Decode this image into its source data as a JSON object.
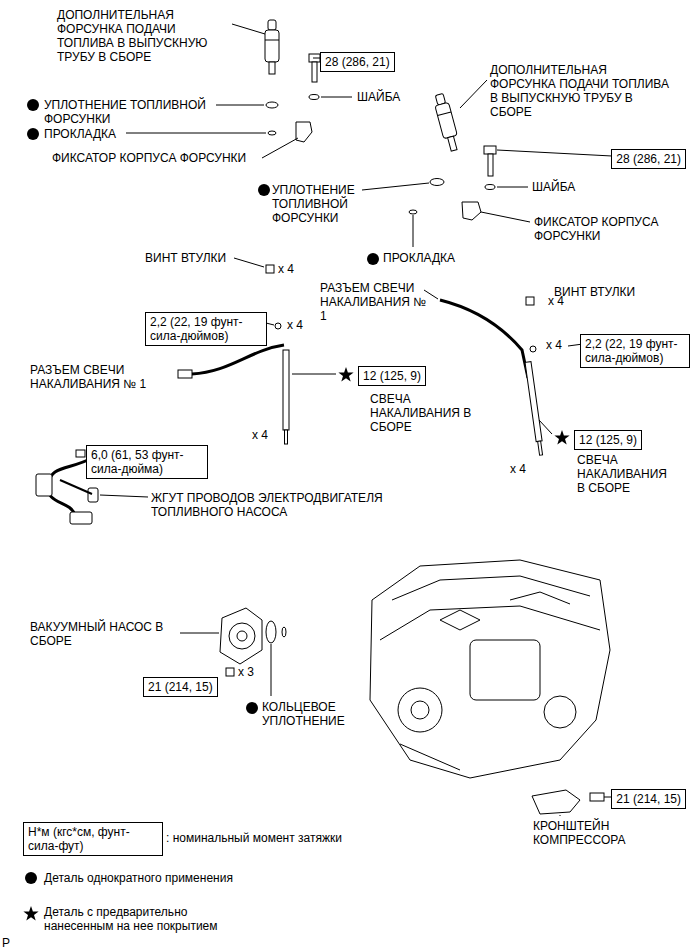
{
  "diagram": {
    "nodes": [
      {
        "text": [
          "28 (286, 21)"
        ]
      },
      {
        "text": [
          "28 (286, 21)"
        ]
      },
      {
        "text": [
          "2,2 (22, 19 фунт- сила-дюймов)"
        ]
      },
      {
        "text": [
          "12 (125, 9)"
        ]
      },
      {
        "text": [
          "2,2 (22, 19 фунт- сила-дюймов)"
        ]
      },
      {
        "text": [
          "12 (125, 9)"
        ]
      },
      {
        "text": [
          "6,0 (61, 53 фунт- сила-дюйма)"
        ]
      },
      {
        "text": [
          "21 (214, 15)"
        ]
      },
      {
        "text": [
          "21 (214, 15)"
        ]
      },
      {
        "text": [
          "Н*м (кгс*см, фунт- сила-фут)"
        ]
      }
    ],
    "labels": [
      "ДОПОЛНИТЕЛЬНАЯ ФОРСУНКА ПОДАЧИ ТОПЛИВА В ВЫПУСКНУЮ ТРУБУ В СБОРЕ",
      "ШАЙБА",
      "УПЛОТНЕНИЕ ТОПЛИВНОЙ ФОРСУНКИ",
      "ПРОКЛАДКА",
      "ФИКСАТОР КОРПУСА ФОРСУНКИ",
      "ДОПОЛНИТЕЛЬНАЯ ФОРСУНКА ПОДАЧИ ТОПЛИВА В ВЫПУСКНУЮ ТРУБУ В СБОРЕ",
      "УПЛОТНЕНИЕ ТОПЛИВНОЙ ФОРСУНКИ",
      "ШАЙБА",
      "ФИКСАТОР КОРПУСА ФОРСУНКИ",
      "ПРОКЛАДКА",
      "ВИНТ ВТУЛКИ",
      "x 4",
      "x 4",
      "РАЗЪЕМ СВЕЧИ НАКАЛИВАНИЯ № 1",
      "ВИНТ ВТУЛКИ",
      "x 4",
      "x 4",
      "РАЗЪЕМ СВЕЧИ НАКАЛИВАНИЯ № 1",
      "СВЕЧА НАКАЛИВАНИЯ В СБОРЕ",
      "x 4",
      "СВЕЧА НАКАЛИВАНИЯ В СБОРЕ",
      "x 4",
      "ЖГУТ ПРОВОДОВ ЭЛЕКТРОДВИГАТЕЛЯ ТОПЛИВНОГО НАСОСА",
      "ВАКУУМНЫЙ НАСОС В СБОРЕ",
      "x 3",
      "КОЛЬЦЕВОЕ УПЛОТНЕНИЕ",
      "КРОНШТЕЙН КОМПРЕССОРА",
      "P"
    ],
    "legend": [
      {
        "text": ": номинальный момент затяжки"
      },
      {
        "text": "Деталь однократного применения"
      },
      {
        "text": "Деталь с предварительно нанесенным на нее покрытием"
      }
    ]
  }
}
